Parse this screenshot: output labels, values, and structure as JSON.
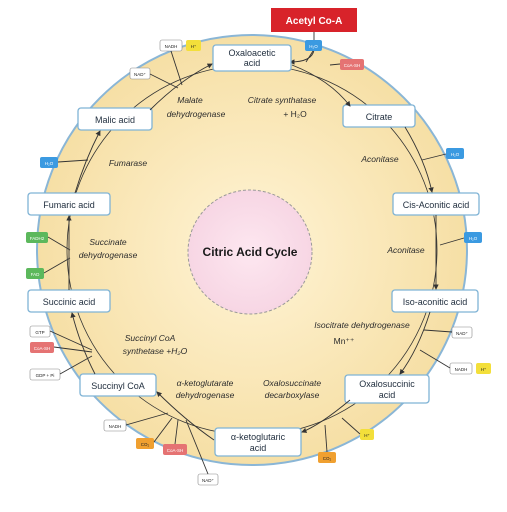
{
  "diagram": {
    "center_title": "Citric Acid Cycle",
    "start_label": "Acetyl Co-A",
    "colors": {
      "start_box": "#d8232a",
      "nad": "#ffffff",
      "nadh": "#ffffff",
      "h_plus": "#f3df3a",
      "h2o": "#3b9ae1",
      "coash": "#e57373",
      "co2": "#f0a030",
      "fadh2": "#5cb85c",
      "fad": "#5cb85c",
      "gtp": "#ffffff",
      "gdp": "#ffffff",
      "ring": "#f7e3b0"
    },
    "intermediates": {
      "oxaloacetic": "Oxaloacetic acid",
      "citrate": "Citrate",
      "cis_aconitic": "Cis-Aconitic acid",
      "iso_aconitic": "Iso-aconitic acid",
      "oxalosuccinic": "Oxalosuccinic acid",
      "ketoglutaric": "α-ketoglutaric acid",
      "succinyl_coa": "Succinyl CoA",
      "succinic": "Succinic acid",
      "fumaric": "Fumaric acid",
      "malic": "Malic acid"
    },
    "enzymes": {
      "citrate_synthatase": "Citrate synthatase",
      "citrate_synthatase_h2o": "+ H₂O",
      "aconitase_1": "Aconitase",
      "aconitase_2": "Aconitase",
      "isocitrate_1": "Isocitrate dehydrogenase",
      "isocitrate_mn": "Mn⁺⁺",
      "oxalosuccinate_1": "Oxalosuccinate",
      "oxalosuccinate_2": "decarboxylase",
      "ketoglutarate_1": "α-ketoglutarate",
      "ketoglutarate_2": "dehydrogenase",
      "succinyl_1": "Succinyl CoA",
      "succinyl_2": "synthetase +H₂O",
      "succinate_1": "Succinate",
      "succinate_2": "dehydrogenase",
      "fumarase": "Fumarase",
      "malate_1": "Malate",
      "malate_2": "dehydrogenase"
    },
    "chips": {
      "h2o_top": "H₂O",
      "coash_top": "CoA-SH",
      "nadh_top": "NADH",
      "h_top": "H⁺",
      "nad_top": "NAD⁺",
      "h2o_left": "H₂O",
      "h2o_right1": "H₂O",
      "h2o_right2": "H₂O",
      "nad_right": "NAD⁺",
      "nadh_right": "NADH",
      "h_right": "H⁺",
      "h_bottom": "H⁺",
      "co2_bottom": "CO₂",
      "nadh_bottom": "NADH",
      "co2_bottom2": "CO₂",
      "coash_bottom": "CoA-SH",
      "nad_bottom": "NAD⁺",
      "gtp": "GTP",
      "coash_left": "CoA-SH",
      "gdp": "GDP + Pi",
      "fadh2": "FADH2",
      "fad": "FAD"
    }
  }
}
